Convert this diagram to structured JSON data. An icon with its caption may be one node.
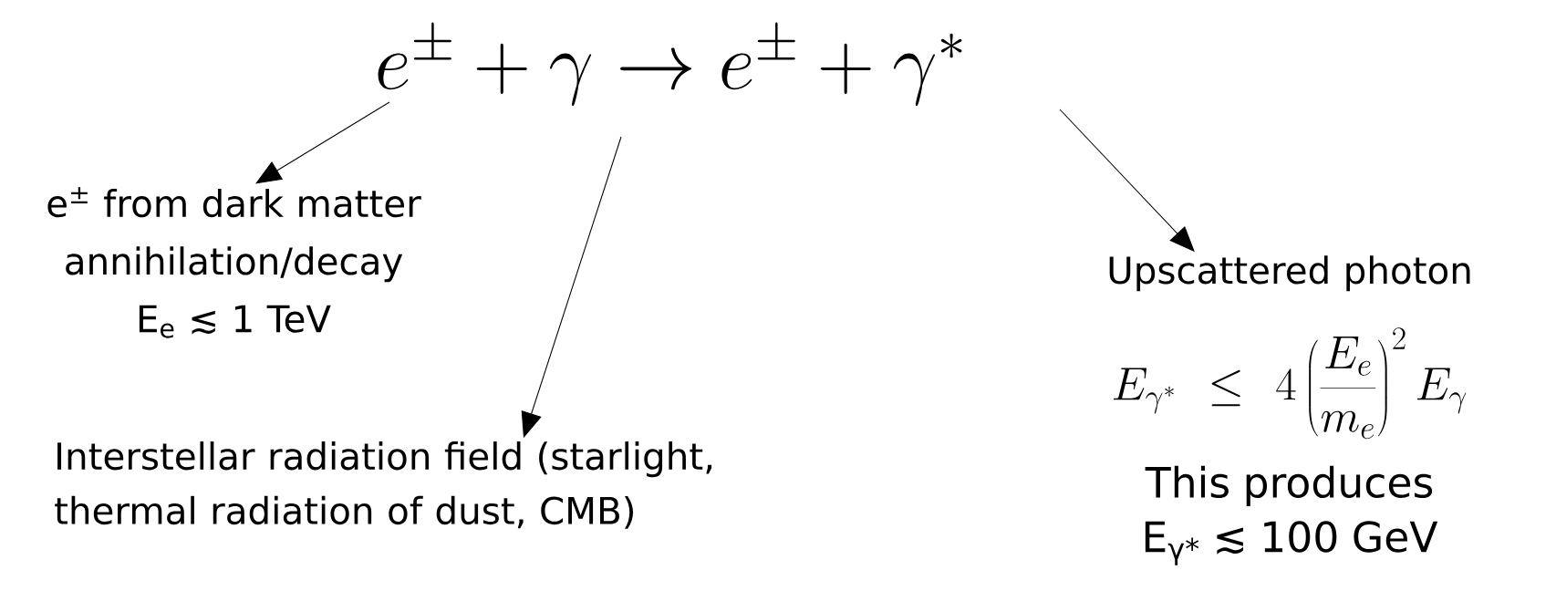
{
  "diagram": {
    "nodes": [
      {
        "text": [
          "e^{\\pm} + \\gamma \\rightarrow e^{\\pm} + \\gamma^{*}"
        ]
      },
      {
        "text": [
          "e$^{±}$ from dark matter annihilation/decay",
          "E$_{e}$ ≲ 1 TeV"
        ]
      },
      {
        "text": [
          "Interstellar radiation field (starlight, thermal radiation of dust, CMB)"
        ]
      },
      {
        "text": [
          "Upscattered photon",
          "E_{\\gamma^*} \\leq 4 \\left(\\frac{E_e}{m_e}\\right)^2 E_\\gamma",
          "This produces",
          "E$_{γ*}$ ≲ 100 GeV"
        ]
      }
    ],
    "edges": [
      {
        "from": 0,
        "to": 1,
        "arrow": "to"
      },
      {
        "from": 0,
        "to": 2,
        "arrow": "to"
      },
      {
        "from": 0,
        "to": 3,
        "arrow": "to"
      }
    ]
  }
}
